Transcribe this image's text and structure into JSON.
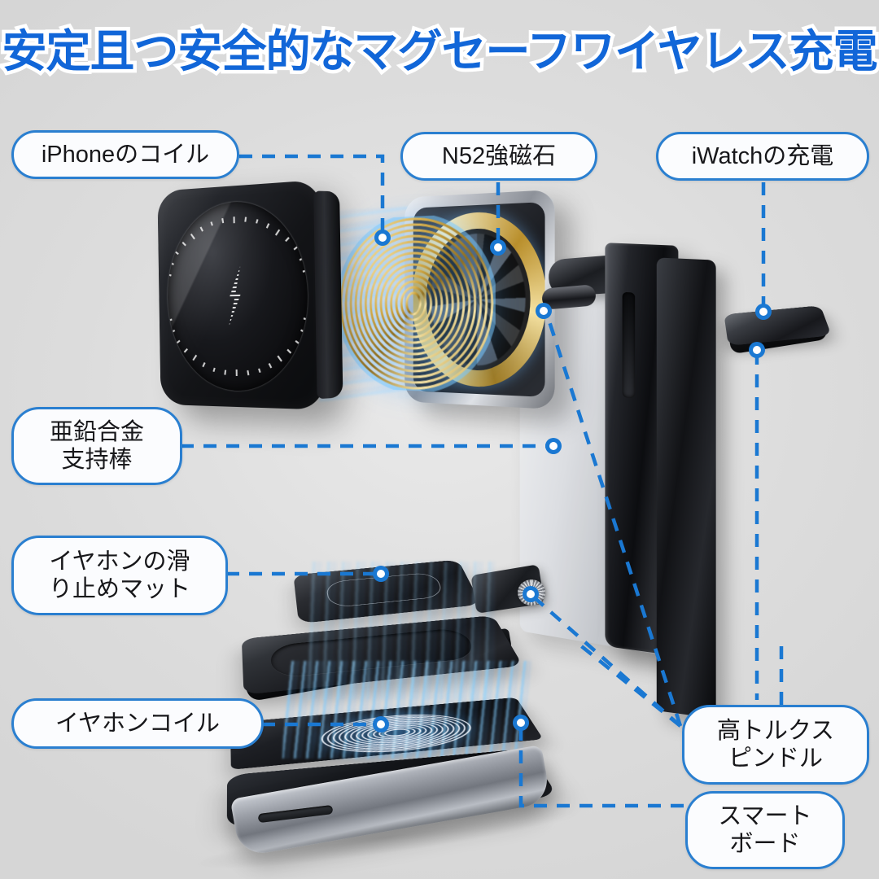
{
  "title": "安定且つ安全的なマグセーフワイヤレス充電",
  "colors": {
    "accent_blue": "#1a78d2",
    "title_blue": "#1166d8",
    "title_outline": "#ffffff",
    "background": "#dedede",
    "pill_fill": "#fbfcfe",
    "pill_border": "#2a7fd0",
    "coil_gold": "#d9b24e",
    "glow_blue": "#5aafff"
  },
  "callouts": [
    {
      "id": "iphone-coil",
      "label": "iPhoneのコイル",
      "lines": 1
    },
    {
      "id": "n52-magnet",
      "label": "N52強磁石",
      "lines": 1
    },
    {
      "id": "iwatch-charge",
      "label": "iWatchの充電",
      "lines": 1
    },
    {
      "id": "zinc-alloy-rod",
      "label": "亜鉛合金\n支持棒",
      "lines": 2
    },
    {
      "id": "earphone-mat",
      "label": "イヤホンの滑\nり止めマット",
      "lines": 2
    },
    {
      "id": "earphone-coil",
      "label": "イヤホンコイル",
      "lines": 1
    },
    {
      "id": "torque-spindle",
      "label": "高トルクス\nピンドル",
      "lines": 2
    },
    {
      "id": "smart-board",
      "label": "スマート\nボード",
      "lines": 2
    }
  ],
  "product": {
    "name": "MagSafe 3-in-1 wireless charging stand",
    "parts": [
      "iPhone MagSafe charging puck",
      "Copper charging coil",
      "N52 magnet ring",
      "Zinc alloy support arm",
      "Apple Watch charging pad",
      "Earphone anti-slip mat",
      "Earphone charging coil",
      "High-torque spindle hinge",
      "Smart control board",
      "Aluminum base"
    ]
  }
}
